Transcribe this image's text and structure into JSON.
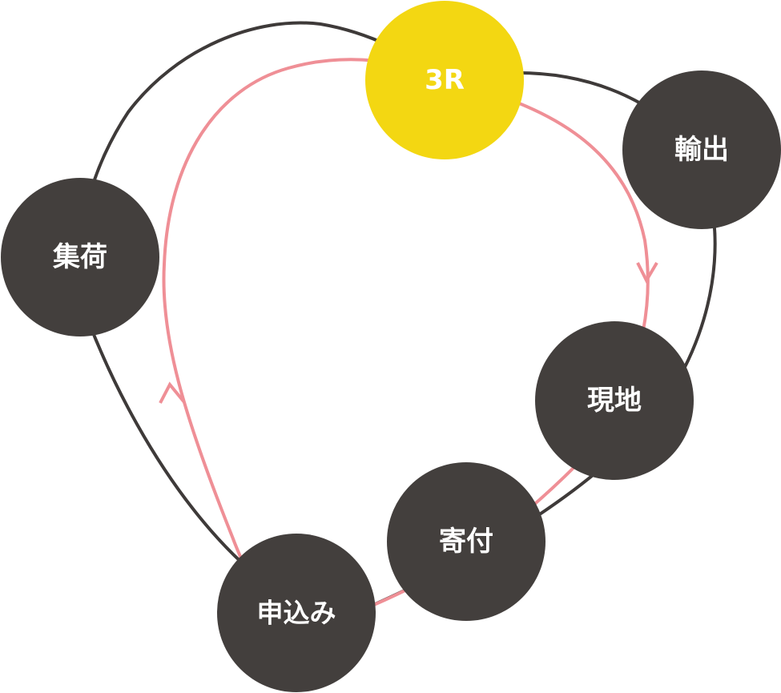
{
  "diagram": {
    "colors": {
      "outer_loop": "#3e3a39",
      "inner_loop": "#ef8f96",
      "node_dark": "#433f3d",
      "node_highlight": "#f3d712",
      "label": "#ffffff"
    },
    "nodes": [
      {
        "id": "3r",
        "label": "3R",
        "highlight": true
      },
      {
        "id": "export",
        "label": "輸出",
        "highlight": false
      },
      {
        "id": "local",
        "label": "現地",
        "highlight": false
      },
      {
        "id": "donation",
        "label": "寄付",
        "highlight": false
      },
      {
        "id": "application",
        "label": "申込み",
        "highlight": false
      },
      {
        "id": "collection",
        "label": "集荷",
        "highlight": false
      }
    ]
  }
}
